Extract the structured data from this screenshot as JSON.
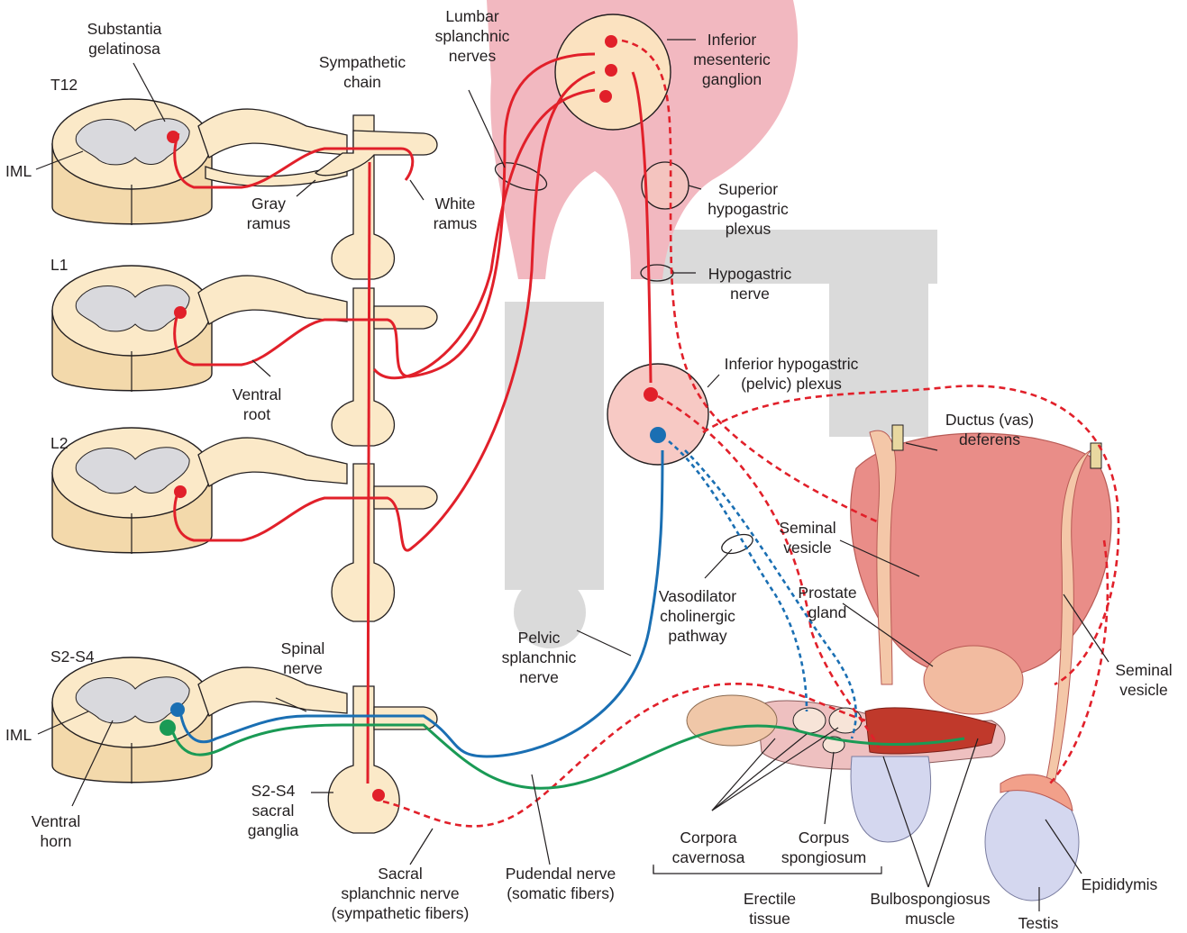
{
  "colors": {
    "sympathetic": "#e1202a",
    "parasympathetic": "#1a6fb3",
    "somatic": "#1a9a55",
    "ganglion_fill": "#fbe9c8",
    "organ_pink": "#f2b8c0",
    "watermark": "#d0d0d0"
  },
  "labels": {
    "substantia_gelatinosa": [
      "Substantia",
      "gelatinosa"
    ],
    "t12": "T12",
    "iml_top": "IML",
    "sympathetic_chain": [
      "Sympathetic",
      "chain"
    ],
    "gray_ramus": [
      "Gray",
      "ramus"
    ],
    "white_ramus": [
      "White",
      "ramus"
    ],
    "lumbar_splanchnic": [
      "Lumbar",
      "splanchnic",
      "nerves"
    ],
    "inferior_mesenteric_ganglion": [
      "Inferior",
      "mesenteric",
      "ganglion"
    ],
    "superior_hypogastric_plexus": [
      "Superior",
      "hypogastric",
      "plexus"
    ],
    "hypogastric_nerve": [
      "Hypogastric",
      "nerve"
    ],
    "l1": "L1",
    "ventral_root": [
      "Ventral",
      "root"
    ],
    "inferior_hypogastric_plexus": [
      "Inferior hypogastric",
      "(pelvic) plexus"
    ],
    "l2": "L2",
    "ductus_deferens": [
      "Ductus (vas)",
      "deferens"
    ],
    "seminal_vesicle_left": [
      "Seminal",
      "vesicle"
    ],
    "prostate_gland": [
      "Prostate",
      "gland"
    ],
    "vasodilator_pathway": [
      "Vasodilator",
      "cholinergic",
      "pathway"
    ],
    "pelvic_splanchnic": [
      "Pelvic",
      "splanchnic",
      "nerve"
    ],
    "s2s4": "S2-S4",
    "spinal_nerve": [
      "Spinal",
      "nerve"
    ],
    "iml_bottom": "IML",
    "seminal_vesicle_right": [
      "Seminal",
      "vesicle"
    ],
    "ventral_horn": [
      "Ventral",
      "horn"
    ],
    "sacral_ganglia": [
      "S2-S4",
      "sacral",
      "ganglia"
    ],
    "corpora_cavernosa": [
      "Corpora",
      "cavernosa"
    ],
    "corpus_spongiosum": [
      "Corpus",
      "spongiosum"
    ],
    "sacral_splanchnic": [
      "Sacral",
      "splanchnic nerve",
      "(sympathetic fibers)"
    ],
    "pudendal_nerve": [
      "Pudendal nerve",
      "(somatic fibers)"
    ],
    "erectile_tissue": [
      "Erectile",
      "tissue"
    ],
    "bulbospongiosus": [
      "Bulbospongiosus",
      "muscle"
    ],
    "epididymis": "Epididymis",
    "testis": "Testis"
  }
}
